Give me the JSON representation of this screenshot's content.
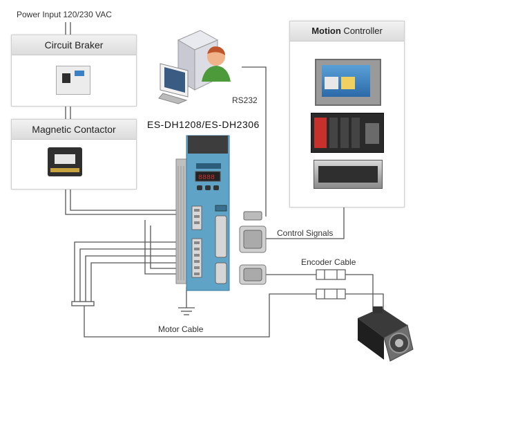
{
  "power_input": "Power Input 120/230 VAC",
  "circuit_breaker": {
    "title": "Circuit Braker"
  },
  "magnetic_contactor": {
    "title": "Magnetic Contactor"
  },
  "pc": {
    "port_label": "RS232"
  },
  "drive": {
    "model": "ES-DH1208/ES-DH2306"
  },
  "motion_controller": {
    "title_bold": "Motion",
    "title_rest": " Controller"
  },
  "connections": {
    "control_signals": "Control Signals",
    "encoder_cable": "Encoder Cable",
    "motor_cable": "Motor Cable"
  }
}
